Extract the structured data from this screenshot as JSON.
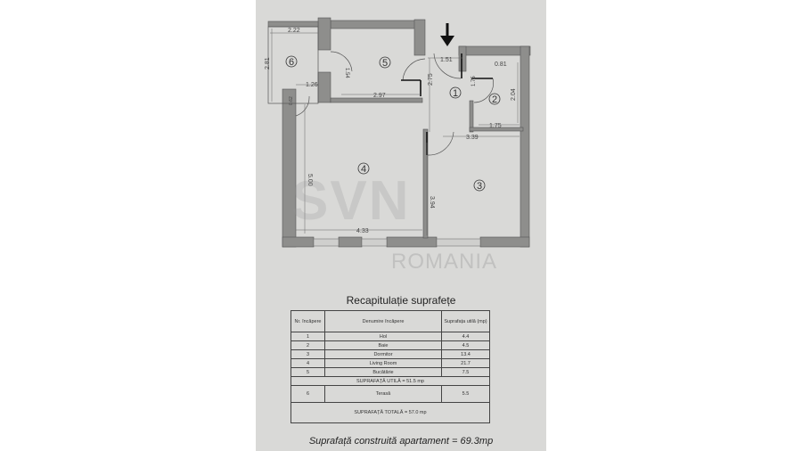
{
  "floor_plan": {
    "entrance_arrow": "down-arrow",
    "rooms": [
      {
        "number": "1",
        "label": "①"
      },
      {
        "number": "2",
        "label": "②"
      },
      {
        "number": "3",
        "label": "③"
      },
      {
        "number": "4",
        "label": "④"
      },
      {
        "number": "5",
        "label": "⑤"
      },
      {
        "number": "6",
        "label": "⑥"
      }
    ],
    "dimensions": {
      "d_2_22": "2.22",
      "d_2_81": "2.81",
      "d_1_54": "1.54",
      "d_2_97": "2.97",
      "d_1_26": "1.26",
      "d_0_62": "0.62",
      "d_1_51": "1.51",
      "d_2_75": "2.75",
      "d_0_81": "0.81",
      "d_1_75v": "1.75",
      "d_2_04": "2.04",
      "d_1_75": "1.75",
      "d_3_39": "3.39",
      "d_5_00": "5.00",
      "d_3_94": "3.94",
      "d_4_33": "4.33"
    },
    "watermark_main": "SVN",
    "watermark_sub": "ROMANIA"
  },
  "summary": {
    "title": "Recapitulație suprafețe",
    "headers": [
      "Nr. încăpere",
      "Denumire încăpere",
      "Suprafața utilă (mp)"
    ],
    "rows": [
      {
        "nr": "1",
        "name": "Hol",
        "area": "4.4"
      },
      {
        "nr": "2",
        "name": "Baie",
        "area": "4.5"
      },
      {
        "nr": "3",
        "name": "Dormitor",
        "area": "13.4"
      },
      {
        "nr": "4",
        "name": "Living Room",
        "area": "21.7"
      },
      {
        "nr": "5",
        "name": "Bucătărie",
        "area": "7.5"
      }
    ],
    "useful_total": "SUPRAFAȚĂ UTILĂ = 51.5 mp",
    "terrace": {
      "nr": "6",
      "name": "Terasă",
      "area": "5.5"
    },
    "grand_total": "SUPRAFAȚĂ TOTALĂ = 57.0 mp",
    "built_area": "Suprafață construită apartament = 69.3mp"
  }
}
